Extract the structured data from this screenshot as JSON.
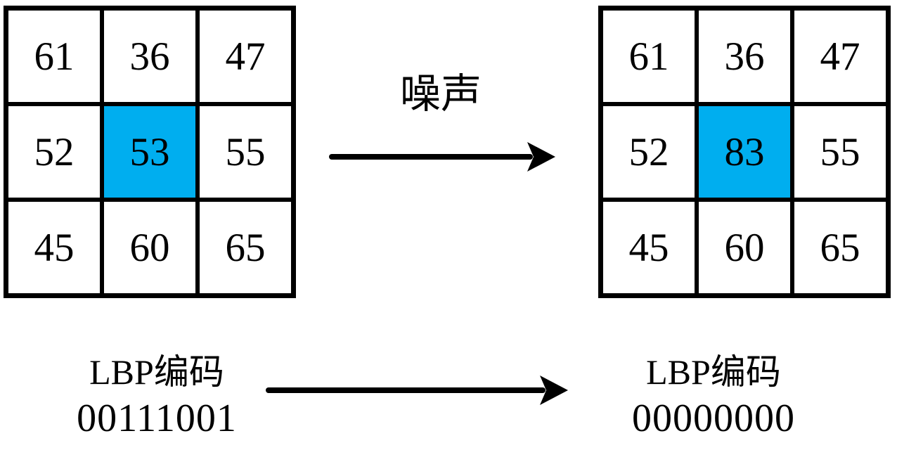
{
  "colors": {
    "highlight": "#00AEEF",
    "line": "#000000",
    "text": "#000000",
    "background": "#FFFFFF"
  },
  "left_grid": {
    "cells": [
      "61",
      "36",
      "47",
      "52",
      "53",
      "55",
      "45",
      "60",
      "65"
    ],
    "highlight_index": 4,
    "center_value": "53"
  },
  "right_grid": {
    "cells": [
      "61",
      "36",
      "47",
      "52",
      "83",
      "55",
      "45",
      "60",
      "65"
    ],
    "highlight_index": 4,
    "center_value": "83"
  },
  "noise_arrow": {
    "label": "噪声"
  },
  "left_code": {
    "label": "LBP编码",
    "code": "00111001"
  },
  "right_code": {
    "label": "LBP编码",
    "code": "00000000"
  }
}
